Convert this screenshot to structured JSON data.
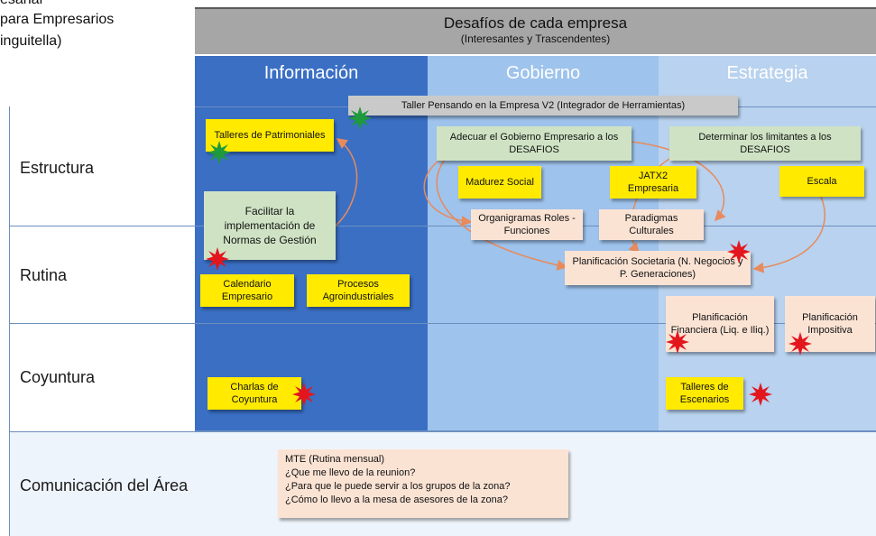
{
  "top_left": {
    "line1": "esarial",
    "line2": "para Empresarios",
    "line3": "inguitella)"
  },
  "header": {
    "title": "Desafíos de cada empresa",
    "subtitle": "(Interesantes y Trascendentes)"
  },
  "columns": [
    "Información",
    "Gobierno",
    "Estrategia"
  ],
  "rows": [
    "Estructura",
    "Rutina",
    "Coyuntura",
    "Comunicación del Área"
  ],
  "notes": {
    "taller": "Taller Pensando en la Empresa V2 (Integrador de Herramientas)",
    "talleres_patrimoniales": "Talleres de Patrimoniales",
    "facilitar": "Facilitar la implementación de Normas de Gestión",
    "calendario": "Calendario Empresario",
    "procesos": "Procesos Agroindustriales",
    "charlas": "Charlas de Coyuntura",
    "adecuar": "Adecuar el Gobierno Empresario a los DESAFIOS",
    "madurez": "Madurez Social",
    "jatx2": "JATX2 Empresaria",
    "organigramas": "Organigramas Roles - Funciones",
    "paradigmas": "Paradigmas Culturales",
    "determinar": "Determinar los limitantes a los DESAFIOS",
    "escala": "Escala",
    "planif_societaria": "Planificación Societaria (N. Negocios y P. Generaciones)",
    "planif_financiera": "Planificación Financiera (Liq. e Iliq.)",
    "planif_impositiva": "Planificación Impositiva",
    "talleres_escenarios": "Talleres de Escenarios",
    "mte": [
      "MTE (Rutina mensual)",
      "¿Que me llevo de la reunion?",
      "¿Para que le puede servir a los grupos de la zona?",
      "¿Cómo lo llevo a la mesa de asesores de la zona?"
    ]
  },
  "colors": {
    "info": "#3a6fc4",
    "gobierno": "#9ec3ec",
    "estrategia": "#b8d2ef",
    "header": "#a6a6a6",
    "yellow": "#ffea00",
    "green": "#cfe3c4",
    "peach": "#fbe3d4",
    "burst_red": "#e3161e",
    "burst_green": "#1e9a3c",
    "arrow": "#e88a5c"
  }
}
